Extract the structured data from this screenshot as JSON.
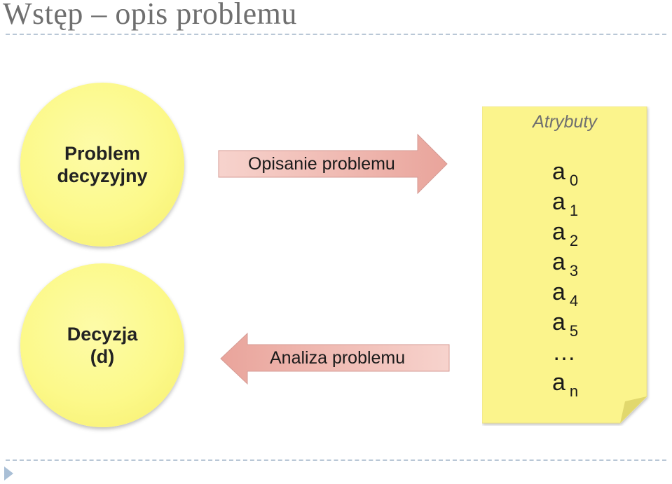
{
  "slide": {
    "title": "Wstęp – opis problemu"
  },
  "diagram": {
    "problem_node": {
      "line1": "Problem",
      "line2": "decyzyjny"
    },
    "decision_node": {
      "line1": "Decyzja",
      "line2": "(d)"
    },
    "forward_arrow": {
      "label": "Opisanie problemu"
    },
    "backward_arrow": {
      "label": "Analiza problemu"
    },
    "attributes_note": {
      "title": "Atrybuty",
      "items": [
        {
          "base": "a",
          "sub": "0"
        },
        {
          "base": "a",
          "sub": "1"
        },
        {
          "base": "a",
          "sub": "2"
        },
        {
          "base": "a",
          "sub": "3"
        },
        {
          "base": "a",
          "sub": "4"
        },
        {
          "base": "a",
          "sub": "5"
        },
        {
          "base": "…",
          "sub": ""
        },
        {
          "base": "a",
          "sub": "n"
        }
      ]
    }
  },
  "colors": {
    "circle_fill": "#fcf98a",
    "arrow_fill": "#efb7b0",
    "note_fill": "#fbf48c",
    "title_text": "#6f6f6f"
  }
}
